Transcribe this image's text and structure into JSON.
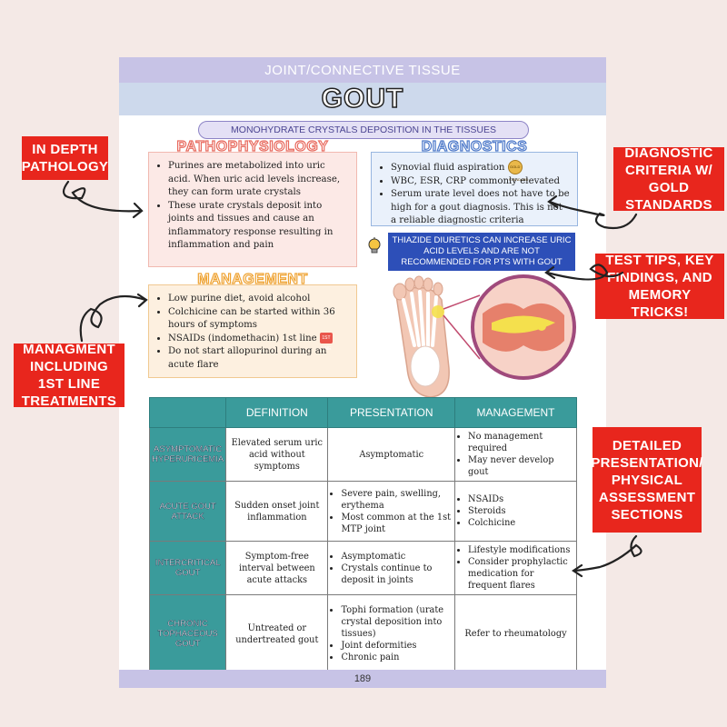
{
  "header": {
    "section": "JOINT/CONNECTIVE TISSUE",
    "title": "GOUT"
  },
  "subtitle": "MONOHYDRATE CRYSTALS DEPOSITION IN THE TISSUES",
  "pathophysiology": {
    "title": "PATHOPHYSIOLOGY",
    "items": [
      "Purines are metabolized into uric acid. When uric acid levels increase, they can form urate crystals",
      "These urate crystals deposit into joints and tissues and cause an inflammatory response resulting in inflammation and pain"
    ]
  },
  "diagnostics": {
    "title": "DIAGNOSTICS",
    "items": [
      "Synovial fluid aspiration",
      "WBC, ESR, CRP commonly elevated",
      "Serum urate level does not have to be high for a gout diagnosis. This is not a reliable diagnostic criteria"
    ],
    "badge": "GOLD STANDARD"
  },
  "tip": "THIAZIDE DIURETICS CAN INCREASE URIC ACID LEVELS AND ARE NOT RECOMMENDED FOR PTS WITH GOUT",
  "management": {
    "title": "MANAGEMENT",
    "items": [
      "Low purine diet, avoid alcohol",
      "Colchicine can be started within 36 hours of symptoms",
      "NSAIDs (indomethacin) 1st line",
      "Do not start allopurinol during an acute flare"
    ],
    "badge": "1ST LINE"
  },
  "table": {
    "headers": [
      "DEFINITION",
      "PRESENTATION",
      "MANAGEMENT"
    ],
    "rows": [
      {
        "label": "ASYMPTOMATIC HYPERURICEMIA",
        "definition": "Elevated serum uric acid without symptoms",
        "presentation": [
          "Asymptomatic"
        ],
        "management": [
          "No management required",
          "May never develop gout"
        ]
      },
      {
        "label": "ACUTE GOUT ATTACK",
        "definition": "Sudden onset joint inflammation",
        "presentation": [
          "Severe pain, swelling, erythema",
          "Most common at the 1st MTP joint"
        ],
        "management": [
          "NSAIDs",
          "Steroids",
          "Colchicine"
        ]
      },
      {
        "label": "INTERCRITICAL GOUT",
        "definition": "Symptom-free interval between acute attacks",
        "presentation": [
          "Asymptomatic",
          "Crystals continue to deposit in joints"
        ],
        "management": [
          "Lifestyle modifications",
          "Consider prophylactic medication for frequent flares"
        ]
      },
      {
        "label": "CHRONIC TOPHACEOUS GOUT",
        "definition": "Untreated or undertreated gout",
        "presentation": [
          "Tophi formation (urate crystal deposition into tissues)",
          "Joint deformities",
          "Chronic pain"
        ],
        "management": [
          "Refer to rheumatology"
        ]
      }
    ]
  },
  "page_number": "189",
  "callouts": {
    "c1": "IN DEPTH PATHOLOGY",
    "c2": "DIAGNOSTIC CRITERIA W/ GOLD STANDARDS",
    "c3": "TEST TIPS, KEY FINDINGS, AND MEMORY TRICKS!",
    "c4": "MANAGMENT INCLUDING 1ST LINE TREATMENTS",
    "c5": "DETAILED PRESENTATION/ PHYSICAL ASSESSMENT SECTIONS"
  },
  "colors": {
    "accent_teal": "#3a9b9b",
    "callout_red": "#e8261d",
    "tip_blue": "#2d4fb8"
  }
}
